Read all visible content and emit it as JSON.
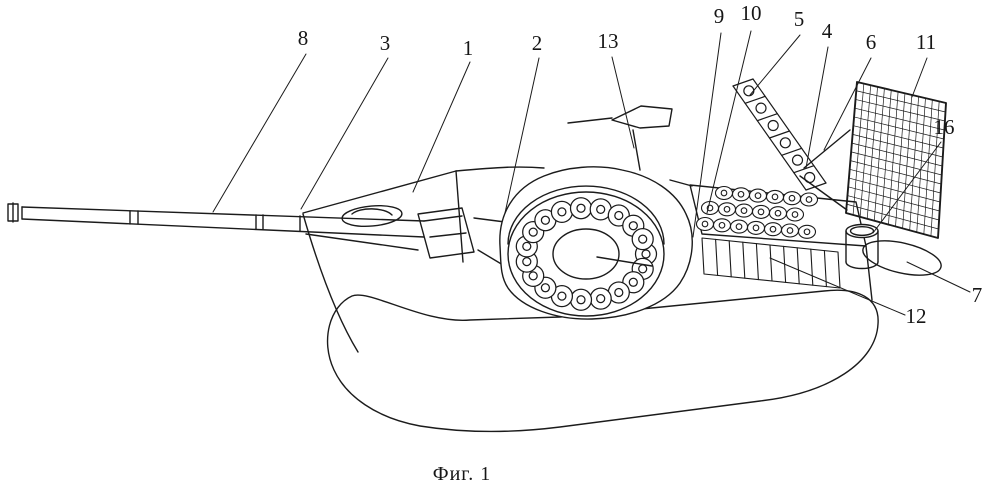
{
  "figure": {
    "caption": "Фиг. 1",
    "colors": {
      "ink": "#1b1b1b",
      "paper": "#ffffff"
    },
    "callouts": [
      {
        "id": "8",
        "text": "8"
      },
      {
        "id": "3",
        "text": "3"
      },
      {
        "id": "1",
        "text": "1"
      },
      {
        "id": "2",
        "text": "2"
      },
      {
        "id": "13",
        "text": "13"
      },
      {
        "id": "9",
        "text": "9"
      },
      {
        "id": "10",
        "text": "10"
      },
      {
        "id": "5",
        "text": "5"
      },
      {
        "id": "4",
        "text": "4"
      },
      {
        "id": "6",
        "text": "6"
      },
      {
        "id": "11",
        "text": "11"
      },
      {
        "id": "16",
        "text": "16"
      },
      {
        "id": "7",
        "text": "7"
      },
      {
        "id": "12",
        "text": "12"
      }
    ]
  }
}
